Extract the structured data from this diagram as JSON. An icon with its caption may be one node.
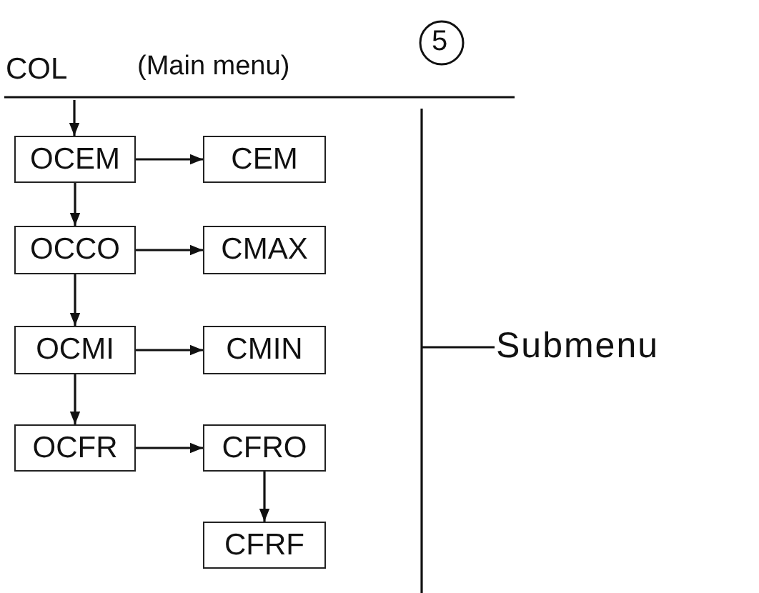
{
  "diagram": {
    "nodes": [
      {
        "text": [
          "COL"
        ]
      },
      {
        "text": [
          "OCEM"
        ]
      },
      {
        "text": [
          "CEM"
        ]
      },
      {
        "text": [
          "OCCO"
        ]
      },
      {
        "text": [
          "CMAX"
        ]
      },
      {
        "text": [
          "OCMI"
        ]
      },
      {
        "text": [
          "CMIN"
        ]
      },
      {
        "text": [
          "OCFR"
        ]
      },
      {
        "text": [
          "CFRO"
        ]
      },
      {
        "text": [
          "CFRF"
        ]
      }
    ],
    "edges": [
      {
        "from": 0,
        "to": 1,
        "arrow": "to"
      },
      {
        "from": 1,
        "to": 2,
        "arrow": "to"
      },
      {
        "from": 1,
        "to": 3,
        "arrow": "to"
      },
      {
        "from": 3,
        "to": 4,
        "arrow": "to"
      },
      {
        "from": 3,
        "to": 5,
        "arrow": "to"
      },
      {
        "from": 5,
        "to": 6,
        "arrow": "to"
      },
      {
        "from": 5,
        "to": 7,
        "arrow": "to"
      },
      {
        "from": 7,
        "to": 8,
        "arrow": "to"
      },
      {
        "from": 8,
        "to": 9,
        "arrow": "to"
      }
    ],
    "labels": [
      "(Main menu)",
      "5",
      "Submenu"
    ]
  }
}
